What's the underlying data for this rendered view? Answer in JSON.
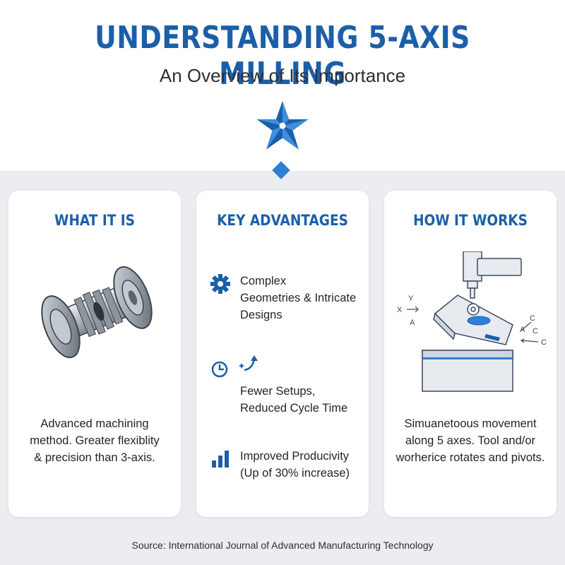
{
  "header": {
    "title": "UNDERSTANDING 5-AXIS MILLING",
    "subtitle": "An Overview of Its Importance",
    "emblem_icon": "star-icon"
  },
  "colors": {
    "title_blue": "#1b5fa8",
    "accent_blue": "#2f7fd6",
    "background_gray": "#ebedf0",
    "card_white": "#ffffff",
    "text_dark": "#1f232a"
  },
  "cards": {
    "what": {
      "title": "WHAT IT IS",
      "illustration": "gear-shaft-illustration",
      "text": "Advanced machining\nmethod. Greater flexiblity\n& precision than 3-axis."
    },
    "advantages": {
      "title": "KEY ADVANTAGES",
      "items": [
        {
          "icon": "gear-icon",
          "text": "Complex\nGeometries & Intricate\nDesigns"
        },
        {
          "icon": "clock-icon",
          "secondary_icon": "sparkle-arrow-icon",
          "text": "Fewer Setups,\nReduced Cycle Time"
        },
        {
          "icon": "bar-chart-icon",
          "text": "Improved Producivity\n(Up of 30% increase)"
        }
      ]
    },
    "how": {
      "title": "HOW IT WORKS",
      "illustration": "five-axis-machine-illustration",
      "axis_labels": [
        "Y",
        "X",
        "A",
        "C",
        "A",
        "C",
        "C"
      ],
      "text": "Simuanetoous movement\nalong 5 axes. Tool and/or\nworherice rotates and pivots."
    }
  },
  "footer": {
    "source": "Source: International Journal of Advanced Manufacturing Technology"
  }
}
